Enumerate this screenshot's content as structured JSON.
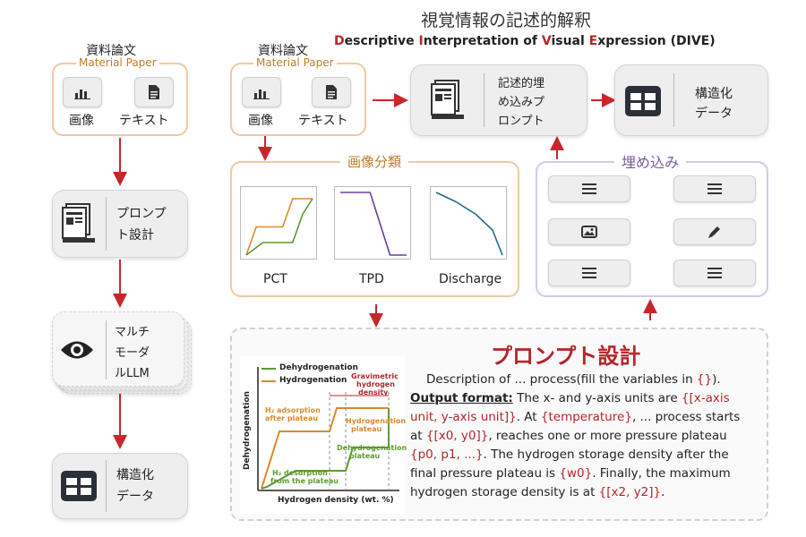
{
  "title": {
    "jp": "視覚情報の記述的解釈",
    "en_parts": [
      {
        "t": "D",
        "red": true
      },
      {
        "t": "escriptive ",
        "red": false
      },
      {
        "t": "I",
        "red": true
      },
      {
        "t": "nterpretation of ",
        "red": false
      },
      {
        "t": "V",
        "red": true
      },
      {
        "t": "isual ",
        "red": false
      },
      {
        "t": "E",
        "red": true
      },
      {
        "t": "xpression (DIVE)",
        "red": false
      }
    ]
  },
  "left": {
    "material_jp": "資料論文",
    "material_en": "Material Paper",
    "image_label": "画像",
    "text_label": "テキスト",
    "prompt_design_line1": "プロンプ",
    "prompt_design_line2": "ト設計",
    "llm_line1": "マルチ",
    "llm_line2": "モーダ",
    "llm_line3": "ルLLM",
    "structured_line1": "構造化",
    "structured_line2": "データ"
  },
  "right": {
    "material_jp": "資料論文",
    "material_en": "Material Paper",
    "image_label": "画像",
    "text_label": "テキスト",
    "embed_prompt_line1": "記述的埋",
    "embed_prompt_line2": "め込みプ",
    "embed_prompt_line3": "ロンプト",
    "structured_line1": "構造化",
    "structured_line2": "データ",
    "classification_title": "画像分類",
    "charts": [
      "PCT",
      "TPD",
      "Discharge"
    ],
    "embedding_title": "埋め込み",
    "prompt_title": "プロンプト設計"
  },
  "inset": {
    "ylabel": "Dehydrogenation",
    "xlabel": "Hydrogen density (wt. %)",
    "legend": [
      "Dehydrogenation",
      "Hydrogenation"
    ],
    "ann_grav": [
      "Gravimetric",
      "hydrogen",
      "density"
    ],
    "ann_h2ads": [
      "H₂ adsorption",
      "after plateau"
    ],
    "ann_hydro": [
      "Hydrogenation",
      "plateau"
    ],
    "ann_dehydro": [
      "Dehydrogenation",
      "plateau"
    ],
    "ann_h2des": [
      "H₂ desorption",
      "from the plateau"
    ]
  },
  "prompt_text": {
    "line1_a": "Description of ... process(fill the variables in ",
    "line1_b": "{}",
    "line1_c": ").",
    "fmt_label": "Output format:",
    "line2_a": " The x- and y-axis units are ",
    "line2_b": "{[x-axis",
    "line3_a": "unit, y-axis unit]}",
    "line3_b": ". At ",
    "line3_c": "{temperature}",
    "line3_d": ", ... process starts",
    "line4_a": "at ",
    "line4_b": "{[x0, y0]}",
    "line4_c": ", reaches one or more pressure plateau",
    "line5_a": "{p0, p1, ...}",
    "line5_b": ". The hydrogen storage density after the",
    "line6_a": "final pressure plateau is ",
    "line6_b": "{w0}",
    "line6_c": ". Finally, the maximum",
    "line7_a": "hydrogen storage density is at ",
    "line7_b": "{[x2, y2]}",
    "line7_c": "."
  },
  "colors": {
    "accent_red": "#b3262b",
    "orange_border": "#f0c9a3",
    "purple_border": "#d6c8e8",
    "pct_orange": "#d98a2b",
    "pct_green": "#5c9a2e",
    "tpd_purple": "#6a3fa0",
    "discharge_blue": "#1f6f8b"
  },
  "chart_data": [
    {
      "type": "line",
      "title": "PCT",
      "series": [
        {
          "x": [
            0,
            0.15,
            0.55,
            0.7,
            1.0
          ],
          "y": [
            0,
            0.45,
            0.45,
            0.9,
            0.9
          ]
        },
        {
          "x": [
            0,
            0.25,
            0.7,
            0.85,
            1.0
          ],
          "y": [
            0,
            0.2,
            0.2,
            0.65,
            0.9
          ]
        }
      ]
    },
    {
      "type": "line",
      "title": "TPD",
      "series": [
        {
          "x": [
            0,
            0.45,
            0.75,
            1.0
          ],
          "y": [
            1,
            1,
            0,
            0
          ]
        }
      ]
    },
    {
      "type": "line",
      "title": "Discharge",
      "series": [
        {
          "x": [
            0,
            0.3,
            0.6,
            0.85,
            1.0
          ],
          "y": [
            1,
            0.85,
            0.65,
            0.4,
            0
          ]
        }
      ]
    }
  ]
}
